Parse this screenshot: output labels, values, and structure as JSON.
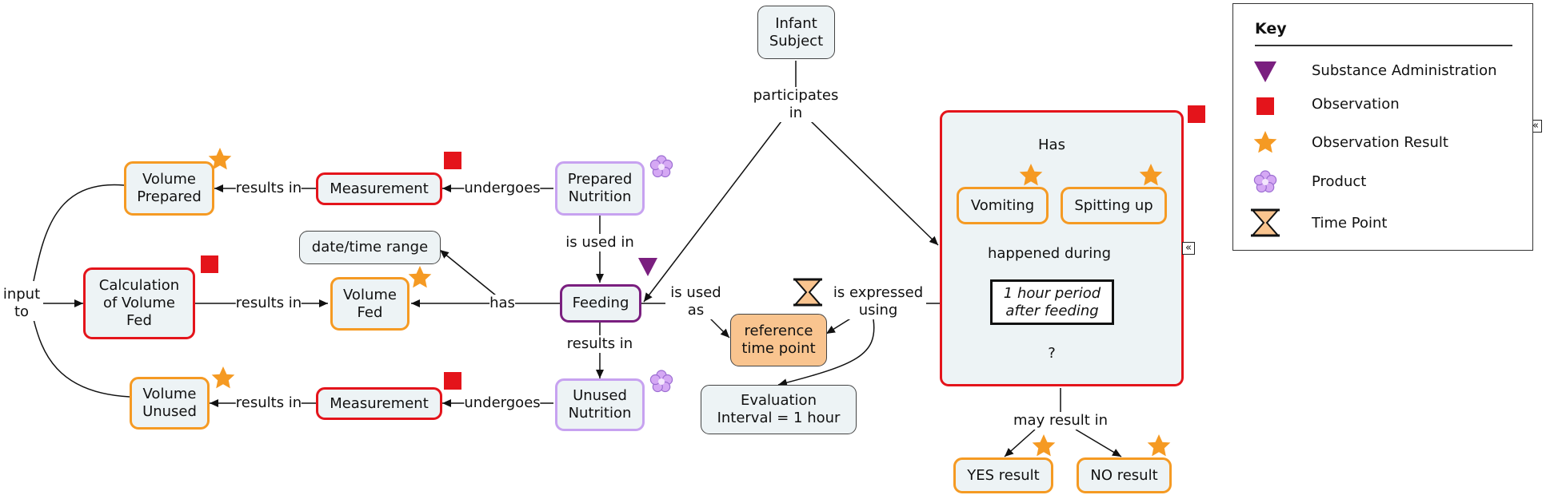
{
  "nodes": {
    "infant_subject": "Infant\nSubject",
    "volume_prepared": "Volume\nPrepared",
    "measurement_top": "Measurement",
    "prepared_nutrition": "Prepared\nNutrition",
    "date_time_range": "date/time range",
    "calc_volume_fed": "Calculation\nof Volume\nFed",
    "volume_fed": "Volume\nFed",
    "feeding": "Feeding",
    "reference_time_point": "reference\ntime point",
    "volume_unused": "Volume\nUnused",
    "measurement_bottom": "Measurement",
    "unused_nutrition": "Unused\nNutrition",
    "evaluation_interval": "Evaluation\nInterval =  1 hour",
    "vomiting": "Vomiting",
    "spitting_up": "Spitting up",
    "one_hour_period": "1 hour period\nafter feeding",
    "yes_result": "YES result",
    "no_result": "NO result"
  },
  "labels": {
    "participates_in": "participates\nin",
    "results_in_1": "results in",
    "undergoes_1": "undergoes",
    "is_used_in": "is used in",
    "has": "has",
    "input_to": "input\nto",
    "results_in_2": "results in",
    "is_used_as": "is used\nas",
    "is_expressed_using": "is expressed\nusing",
    "results_in_3": "results in",
    "results_in_4": "results in",
    "undergoes_2": "undergoes",
    "container_has": "Has",
    "happened_during": "happened during",
    "question": "?",
    "may_result_in": "may result in"
  },
  "key": {
    "title": "Key",
    "items": [
      "Substance Administration",
      "Observation",
      "Observation Result",
      "Product",
      "Time Point"
    ]
  },
  "colors": {
    "observation_red": "#e4141b",
    "result_orange": "#f59a23",
    "product_lavender": "#c7a2f0",
    "substance_purple": "#7a1f7f",
    "node_fill": "#edf3f5",
    "reference_fill": "#f9c48f"
  },
  "icons": [
    "purple-triangle-icon",
    "red-square-icon",
    "orange-star-icon",
    "lavender-flower-icon",
    "hourglass-icon",
    "collapse-icon"
  ]
}
